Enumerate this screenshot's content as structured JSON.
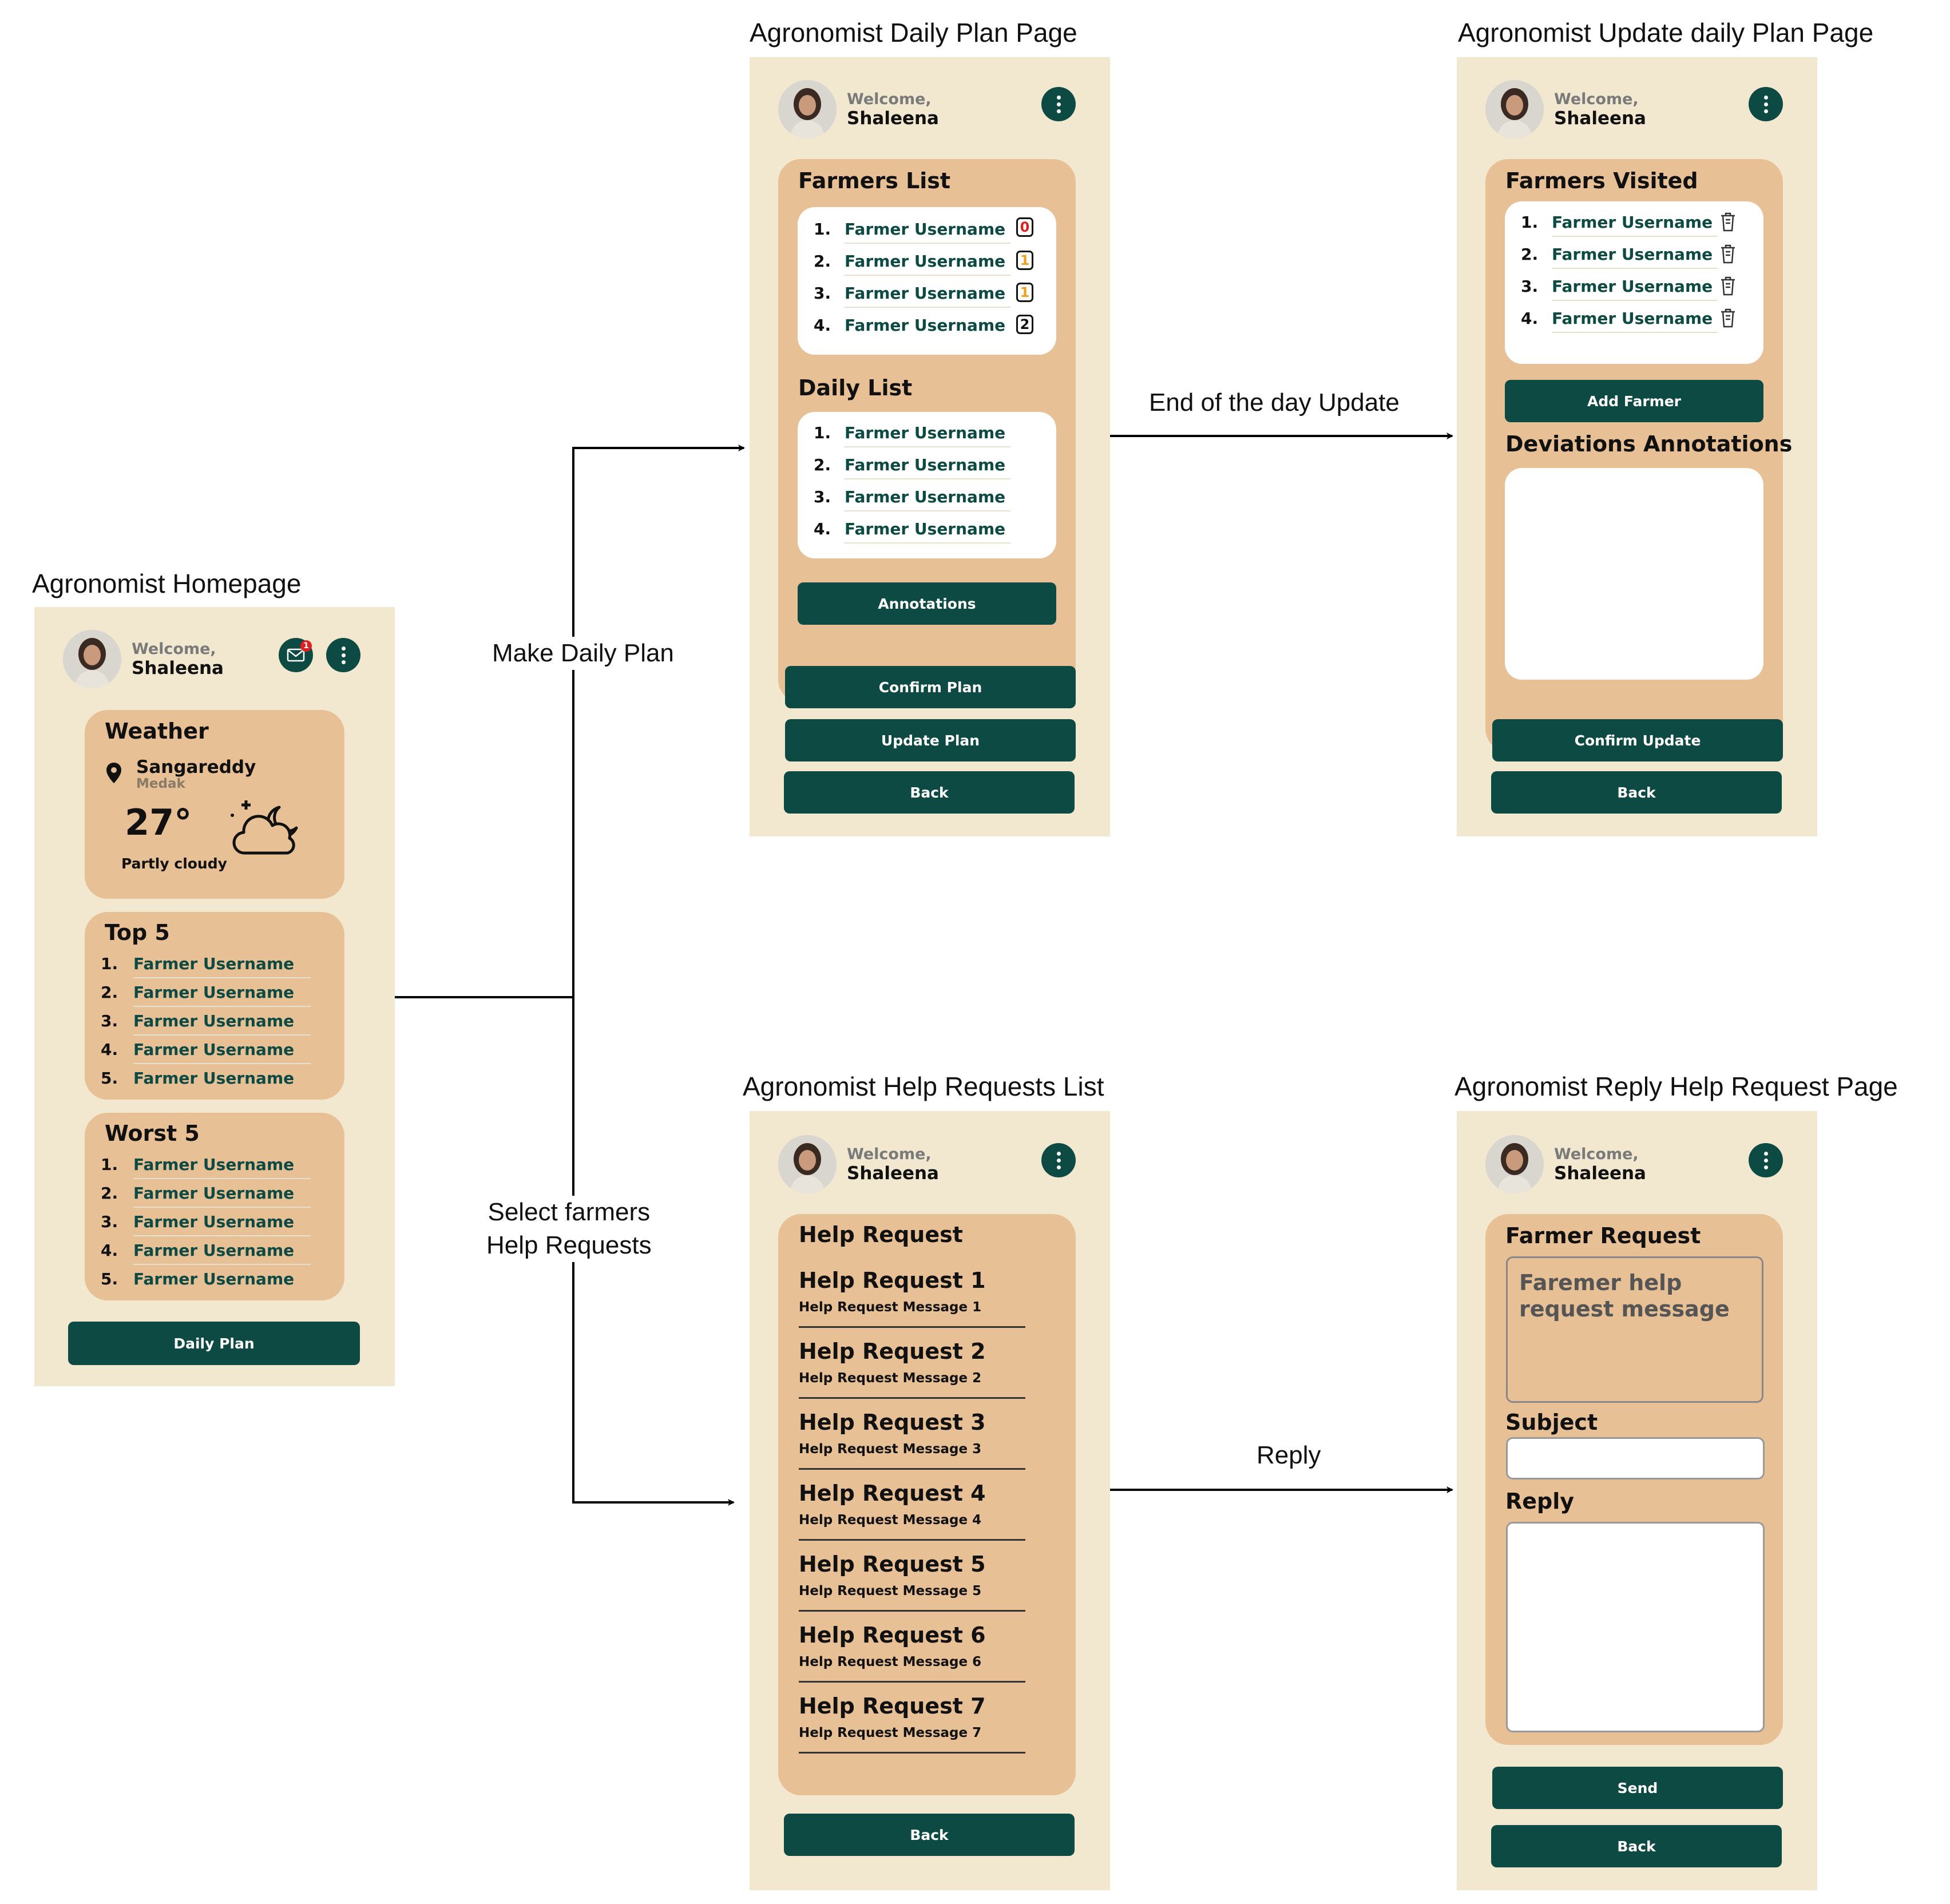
{
  "flow": {
    "edge_make_daily_plan": "Make Daily Plan",
    "edge_select_help_line1": "Select farmers",
    "edge_select_help_line2": "Help Requests",
    "edge_end_of_day": "End of the day Update",
    "edge_reply": "Reply"
  },
  "user": {
    "welcome": "Welcome,",
    "name": "Shaleena"
  },
  "homepage": {
    "title": "Agronomist Homepage",
    "mail_badge": "1",
    "weather": {
      "title": "Weather",
      "location": "Sangareddy",
      "district": "Medak",
      "temperature": "27°",
      "condition": "Partly cloudy"
    },
    "top5": {
      "title": "Top 5",
      "items": [
        {
          "n": "1.",
          "name": "Farmer Username"
        },
        {
          "n": "2.",
          "name": "Farmer Username"
        },
        {
          "n": "3.",
          "name": "Farmer Username"
        },
        {
          "n": "4.",
          "name": "Farmer Username"
        },
        {
          "n": "5.",
          "name": "Farmer Username"
        }
      ]
    },
    "worst5": {
      "title": "Worst 5",
      "items": [
        {
          "n": "1.",
          "name": "Farmer Username"
        },
        {
          "n": "2.",
          "name": "Farmer Username"
        },
        {
          "n": "3.",
          "name": "Farmer Username"
        },
        {
          "n": "4.",
          "name": "Farmer Username"
        },
        {
          "n": "5.",
          "name": "Farmer Username"
        }
      ]
    },
    "daily_plan_button": "Daily Plan"
  },
  "daily_plan": {
    "title": "Agronomist Daily Plan Page",
    "farmers_list_title": "Farmers List",
    "farmers_list": [
      {
        "n": "1.",
        "name": "Farmer Username",
        "count": "0",
        "count_color": "#e02020"
      },
      {
        "n": "2.",
        "name": "Farmer Username",
        "count": "1",
        "count_color": "#f0a020"
      },
      {
        "n": "3.",
        "name": "Farmer Username",
        "count": "1",
        "count_color": "#f0a020"
      },
      {
        "n": "4.",
        "name": "Farmer Username",
        "count": "2",
        "count_color": "#111111"
      }
    ],
    "daily_list_title": "Daily List",
    "daily_list": [
      {
        "n": "1.",
        "name": "Farmer Username"
      },
      {
        "n": "2.",
        "name": "Farmer Username"
      },
      {
        "n": "3.",
        "name": "Farmer Username"
      },
      {
        "n": "4.",
        "name": "Farmer Username"
      }
    ],
    "annotations_button": "Annotations",
    "confirm_button": "Confirm Plan",
    "update_button": "Update Plan",
    "back_button": "Back"
  },
  "update_plan": {
    "title": "Agronomist Update daily Plan Page",
    "visited_title": "Farmers Visited",
    "visited": [
      {
        "n": "1.",
        "name": "Farmer Username"
      },
      {
        "n": "2.",
        "name": "Farmer Username"
      },
      {
        "n": "3.",
        "name": "Farmer Username"
      },
      {
        "n": "4.",
        "name": "Farmer Username"
      }
    ],
    "add_farmer_button": "Add Farmer",
    "deviations_title": "Deviations Annotations",
    "confirm_button": "Confirm Update",
    "back_button": "Back"
  },
  "help_list": {
    "title": "Agronomist Help Requests List",
    "section_title": "Help Request",
    "requests": [
      {
        "title": "Help Request 1",
        "message": "Help Request Message 1"
      },
      {
        "title": "Help Request 2",
        "message": "Help Request Message 2"
      },
      {
        "title": "Help Request 3",
        "message": "Help Request Message 3"
      },
      {
        "title": "Help Request 4",
        "message": "Help Request Message 4"
      },
      {
        "title": "Help Request 5",
        "message": "Help Request Message 5"
      },
      {
        "title": "Help Request 6",
        "message": "Help Request Message 6"
      },
      {
        "title": "Help Request 7",
        "message": "Help Request Message 7"
      }
    ],
    "back_button": "Back"
  },
  "reply_page": {
    "title": "Agronomist Reply Help Request Page",
    "farmer_request_title": "Farmer Request",
    "farmer_request_text": "Faremer help request message",
    "subject_label": "Subject",
    "reply_label": "Reply",
    "send_button": "Send",
    "back_button": "Back"
  },
  "colors": {
    "screen_bg": "#f2e8d0",
    "card_bg": "#e8c096",
    "accent": "#0e4a44",
    "alert_red": "#e02020",
    "alert_orange": "#f0a020"
  }
}
